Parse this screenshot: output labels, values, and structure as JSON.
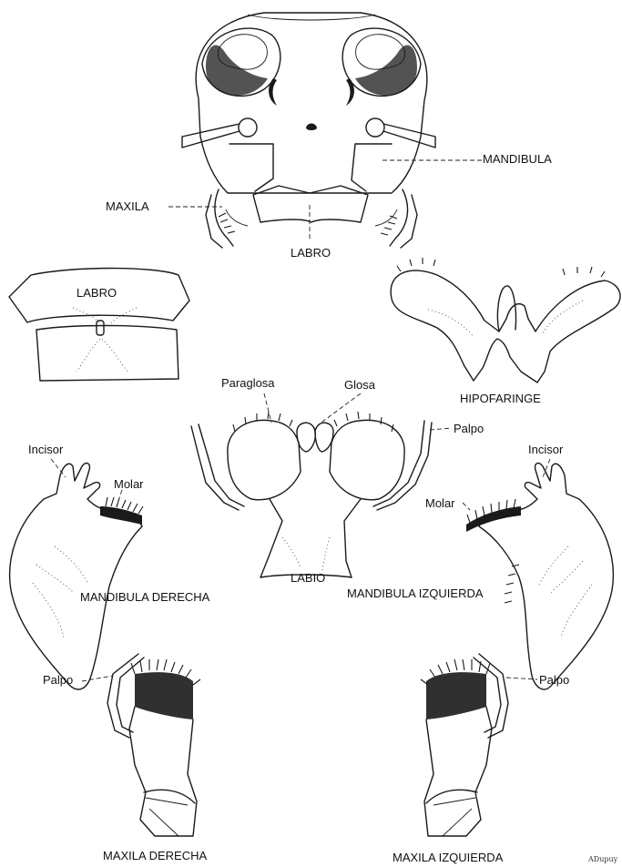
{
  "labels": {
    "mandibula": "MANDIBULA",
    "maxila": "MAXILA",
    "labro_head": "LABRO",
    "labro": "LABRO",
    "hipofaringe": "HIPOFARINGE",
    "paraglosa": "Paraglosa",
    "glosa": "Glosa",
    "palpo_labio": "Palpo",
    "labio": "LABIO",
    "incisor_left": "Incisor",
    "molar_left": "Molar",
    "mandibula_derecha": "MANDIBULA DERECHA",
    "incisor_right": "Incisor",
    "molar_right": "Molar",
    "mandibula_izquierda": "MANDIBULA IZQUIERDA",
    "palpo_left": "Palpo",
    "palpo_right": "Palpo",
    "maxila_derecha": "MAXILA DERECHA",
    "maxila_izquierda": "MAXILA IZQUIERDA",
    "signature": "ADupuy"
  },
  "colors": {
    "ink": "#1a1a1a",
    "background": "#ffffff"
  }
}
